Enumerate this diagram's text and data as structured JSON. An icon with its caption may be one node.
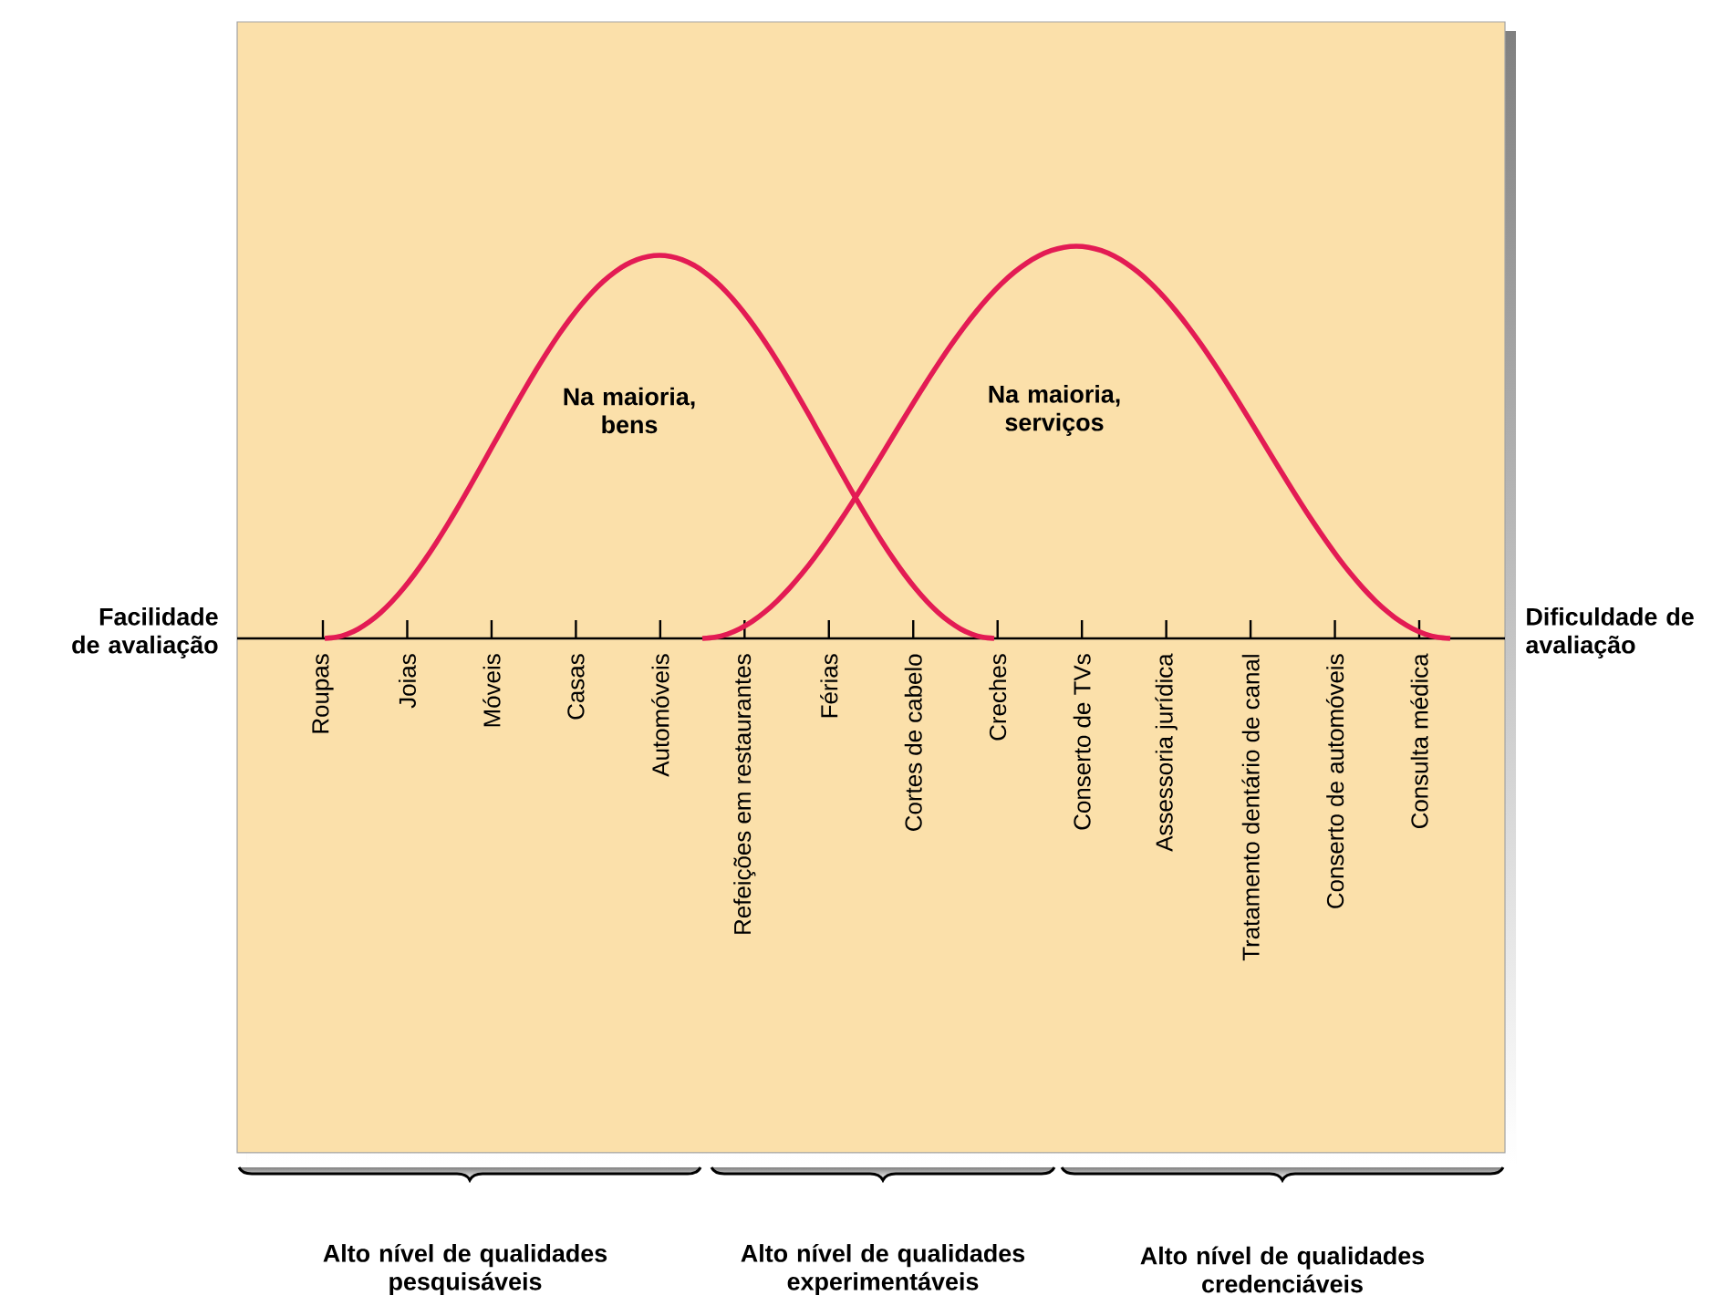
{
  "diagram": {
    "labels": [
      "Na maioria, bens",
      "Na maioria, serviços",
      "Facilidade de avaliação",
      "Dificuldade de avaliação",
      "Roupas",
      "Joias",
      "Móveis",
      "Casas",
      "Automóveis",
      "Refeições em restaurantes",
      "Férias",
      "Cortes de cabelo",
      "Creches",
      "Conserto de TVs",
      "Assessoria jurídica",
      "Tratamento dentário de canal",
      "Conserto de automóveis",
      "Consulta médica",
      "Alto nível de qualidades pesquisáveis",
      "Alto nível de qualidades experimentáveis",
      "Alto nível de qualidades credenciáveis"
    ]
  }
}
